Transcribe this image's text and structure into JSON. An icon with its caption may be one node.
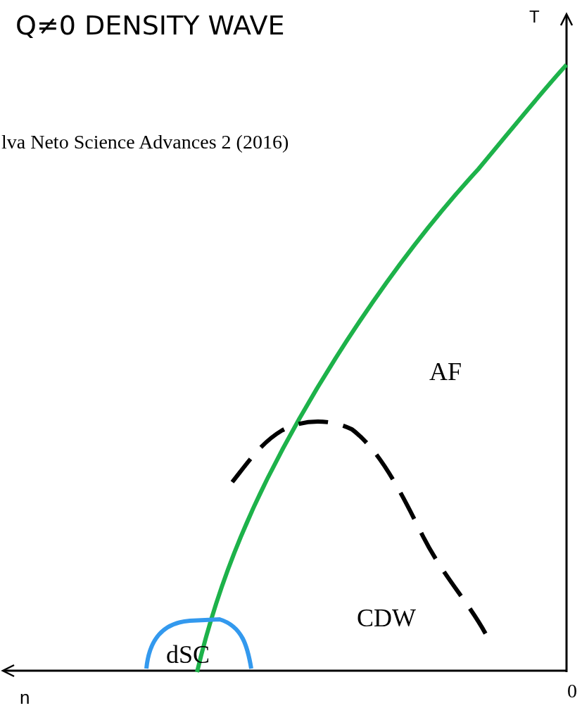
{
  "diagram": {
    "title": "Q≠0 DENSITY WAVE",
    "labels": [
      "lva Neto Science Advances 2 (2016)",
      "T",
      "AF",
      "CDW",
      "dSC",
      "n",
      "0"
    ]
  }
}
